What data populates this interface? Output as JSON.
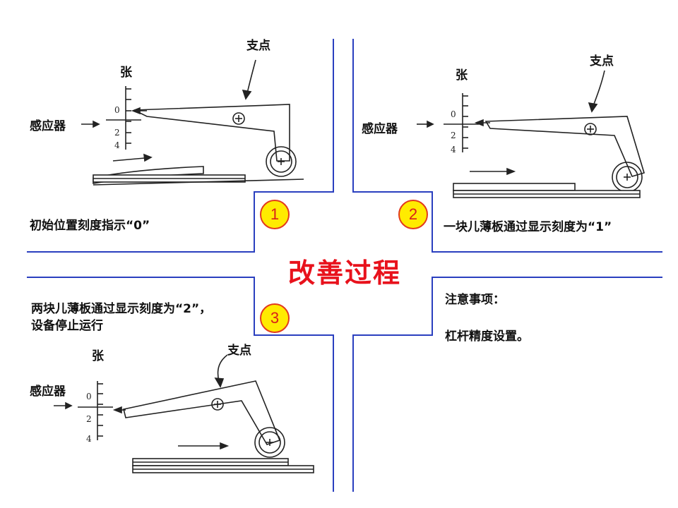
{
  "title": "改善过程",
  "labels": {
    "fulcrum": "支点",
    "tension": "张",
    "sensor": "感应器"
  },
  "scale_ticks": [
    "0",
    "2",
    "4"
  ],
  "panels": [
    {
      "badge": "1",
      "caption": "初始位置刻度指示“0”"
    },
    {
      "badge": "2",
      "caption": "一块儿薄板通过显示刻度为“1”"
    },
    {
      "badge": "3",
      "caption": "两块儿薄板通过显示刻度为“2”，设备停止运行"
    }
  ],
  "notes": {
    "heading": "注意事项：",
    "body": "杠杆精度设置。"
  },
  "colors": {
    "divider": "#2a3fbf",
    "title": "#e8121c",
    "badge_fill": "#ffeb00",
    "badge_border": "#e23a1e"
  }
}
